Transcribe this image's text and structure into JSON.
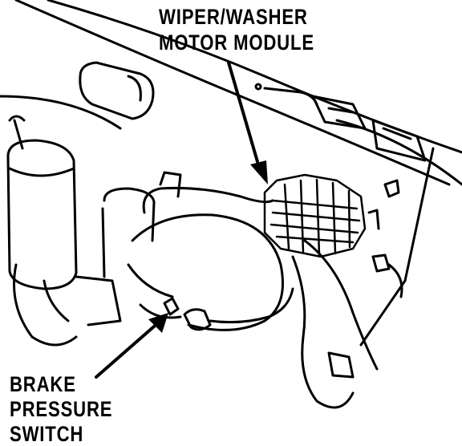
{
  "labels": {
    "module_line1": "WIPER/WASHER",
    "module_line2": "MOTOR MODULE",
    "switch_line1": "BRAKE",
    "switch_line2": "PRESSURE",
    "switch_line3": "SWITCH"
  },
  "colors": {
    "ink": "#000000",
    "paper": "#ffffff"
  }
}
